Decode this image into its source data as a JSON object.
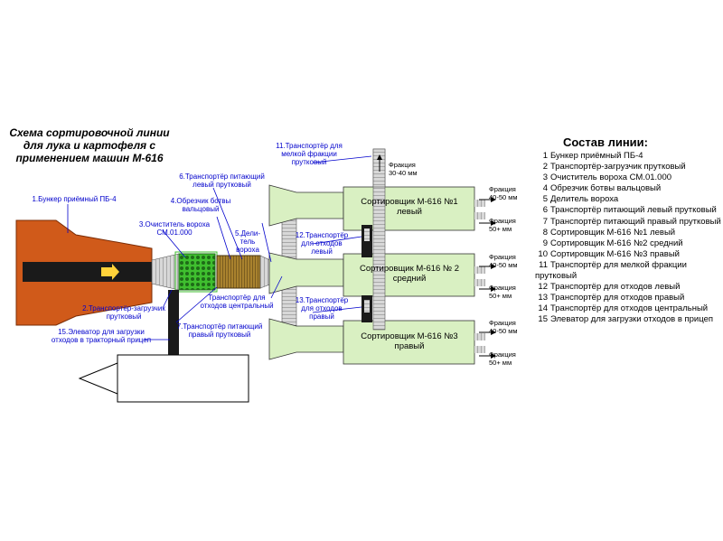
{
  "title": [
    "Схема сортировочной линии",
    "для лука и картофеля с",
    "применением машин М-616"
  ],
  "legend": {
    "heading": "Состав линии:",
    "items": [
      {
        "n": "1",
        "text": "Бункер приёмный ПБ-4"
      },
      {
        "n": "2",
        "text": "Транспортёр-загрузчик прутковый"
      },
      {
        "n": "3",
        "text": "Очиститель вороха  СМ.01.000"
      },
      {
        "n": "4",
        "text": "Обрезчик ботвы вальцовый"
      },
      {
        "n": "5",
        "text": "Делитель вороха"
      },
      {
        "n": "6",
        "text": "Транспортёр питающий левый прутковый"
      },
      {
        "n": "7",
        "text": "Транспортёр питающий правый прутковый"
      },
      {
        "n": "8",
        "text": "Сортировщик М-616 №1 левый"
      },
      {
        "n": "9",
        "text": "Сортировщик М-616 №2 средний"
      },
      {
        "n": "10",
        "text": "Сортировщик М-616 №3 правый"
      },
      {
        "n": "11",
        "text": "Транспортёр для мелкой фракции прутковый"
      },
      {
        "n": "12",
        "text": "Транспортёр для отходов левый"
      },
      {
        "n": "13",
        "text": "Транспортёр для отходов правый"
      },
      {
        "n": "14",
        "text": "Транспортёр для отходов центральный"
      },
      {
        "n": "15",
        "text": "Элеватор для загрузки отходов в прицеп"
      }
    ]
  },
  "labels": {
    "l1": [
      "1.Бункер приёмный ПБ-4"
    ],
    "l2": [
      "2.Транспортёр-загрузчик",
      "прутковый"
    ],
    "l3": [
      "3.Очиститель вороха",
      "СМ.01.000"
    ],
    "l4": [
      "4.Обрезчик ботвы",
      "вальцовый"
    ],
    "l5": [
      "5.Дели-",
      "тель",
      "вороха"
    ],
    "l6": [
      "6.Транспортёр питающий",
      "левый прутковый"
    ],
    "l7": [
      "7.Транспортёр питающий",
      "правый прутковый"
    ],
    "l11": [
      "11.Транспортёр для",
      "мелкой фракции",
      "прутковый"
    ],
    "l12": [
      "12.Транспортёр",
      "для отходов",
      "левый"
    ],
    "l13": [
      "13.Транспортёр",
      "для отходов",
      "правый"
    ],
    "l14": [
      "Транспортёр для",
      "отходов центральный"
    ],
    "l15": [
      "15.Элеватор для загрузки",
      "отходов в тракторный прицеп"
    ]
  },
  "machines": [
    {
      "name": [
        "Сортировщик М-616 №1",
        "левый"
      ]
    },
    {
      "name": [
        "Сортировщик М-616 № 2",
        "средний"
      ]
    },
    {
      "name": [
        "Сортировщик М-616 №3",
        "правый"
      ]
    }
  ],
  "fractions": {
    "small": [
      "Фракция",
      "30-40 мм"
    ],
    "mid": [
      "Фракция",
      "40-50 мм"
    ],
    "large": [
      "Фракция",
      "50+ мм"
    ]
  },
  "colors": {
    "hopper": "#d05a1a",
    "belt": "#1a1a1a",
    "machine": "#d9f0c2",
    "cleaner": "#3fbf2f",
    "cutter": "#8b6d2a",
    "arrow": "#ffd23a",
    "label": "#0000cc",
    "conveyor": "#cfcfcf"
  }
}
